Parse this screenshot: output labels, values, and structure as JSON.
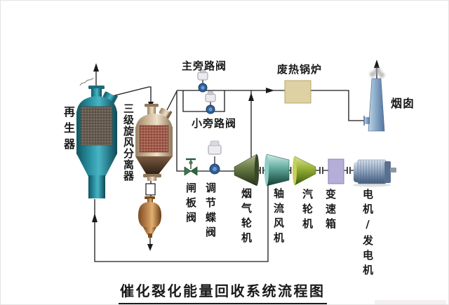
{
  "title": "催化裂化能量回收系统流程图",
  "labels": {
    "regenerator": "再生器",
    "cyclone_separator": "三级旋风分离器",
    "main_bypass_valve": "主旁路阀",
    "small_bypass_valve": "小旁路阀",
    "waste_heat_boiler": "废热锅炉",
    "chimney": "烟囱",
    "gate_valve": "闸板阀",
    "regulating_butterfly_valve": "调节蝶阀",
    "flue_gas_turbine": "烟气轮机",
    "axial_fan": "轴流风机",
    "steam_turbine": "汽轮机",
    "gearbox": "变速箱",
    "motor_generator": "电机/发电机"
  },
  "colors": {
    "line": "#1a1a1a",
    "regenerator_teal": "#2d95a6",
    "cyclone_tan": "#d8c4a6",
    "cyclone_panel_red": "#a05a4c",
    "pot_copper": "#c89058",
    "boiler_tan": "#ded2a4",
    "chimney_blue": "#8fb0cc",
    "flue_gas_turbine_olive": "#6d7f4a",
    "axial_fan_cyan": "#5fa89c",
    "steam_turbine_yellowgreen": "#93ad33",
    "gearbox_lavender": "#b4aed9",
    "motor_steelblue": "#93a8c0",
    "valve_body_blue": "#2f5f96",
    "gate_valve_green": "#3a7a4a"
  }
}
